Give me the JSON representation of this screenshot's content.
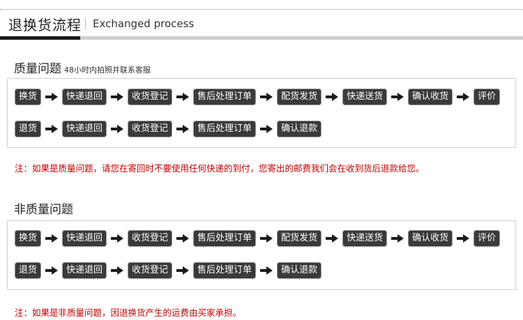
{
  "header": {
    "title_cn": "退换货流程",
    "title_en": "Exchanged process"
  },
  "quality": {
    "title": "质量问题",
    "subtitle": "48小时内拍照并联系客服",
    "row1": [
      "换货",
      "快递退回",
      "收货登记",
      "售后处理订单",
      "配货发货",
      "快递送货",
      "确认收货",
      "评价"
    ],
    "row2": [
      "退货",
      "快递退回",
      "收货登记",
      "售后处理订单",
      "确认退款"
    ],
    "note": "注：如果是质量问题，请您在寄回时不要使用任何快递的到付，您寄出的邮费我们会在收到货后退款给您。"
  },
  "non_quality": {
    "title": "非质量问题",
    "row1": [
      "换货",
      "快递退回",
      "收货登记",
      "售后处理订单",
      "配货发货",
      "快递送货",
      "确认收货",
      "评价"
    ],
    "row2": [
      "退货",
      "快递退回",
      "收货登记",
      "售后处理订单",
      "确认退款"
    ],
    "note": "注：如果是非质量问题，因退换货产生的运费由买家承担。"
  },
  "icons": {
    "arrow": "arrow-right-icon"
  },
  "colors": {
    "step_bg": "#3a3a3a",
    "note": "#c00000",
    "accent_bar": "#1a1a1a"
  }
}
